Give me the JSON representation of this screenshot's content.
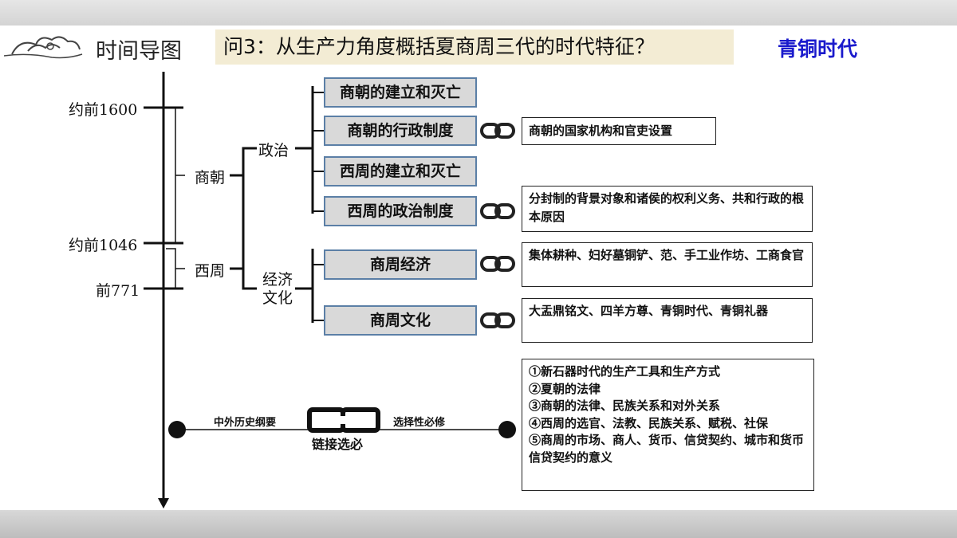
{
  "header": {
    "title": "时间导图",
    "question": "问3：从生产力角度概括夏商周三代的时代特征？",
    "answer": "青铜时代"
  },
  "timeline": {
    "dates": [
      "约前1600",
      "约前1046",
      "前771"
    ],
    "periods": [
      "商朝",
      "西周"
    ],
    "branches": [
      "政治",
      "经济\n文化"
    ]
  },
  "topics": [
    "商朝的建立和灭亡",
    "商朝的行政制度",
    "西周的建立和灭亡",
    "西周的政治制度",
    "商周经济",
    "商周文化"
  ],
  "details": [
    "商朝的国家机构和官吏设置",
    "分封制的背景对象和诸侯的权利义务、共和行政的根本原因",
    "集体耕种、妇好墓铜铲、范、手工业作坊、工商食官",
    "大盂鼎铭文、四羊方尊、青铜时代、青铜礼器"
  ],
  "link_section": {
    "left_label": "中外历史纲要",
    "right_label": "选择性必修",
    "link_title": "链接选必",
    "items": [
      "①新石器时代的生产工具和生产方式",
      "②夏朝的法律",
      "③商朝的法律、民族关系和对外关系",
      "④西周的选官、法教、民族关系、赋税、社保",
      "⑤商周的市场、商人、货币、信贷契约、城市和货币信贷契约的意义"
    ]
  },
  "colors": {
    "answer": "#1a1acc",
    "question_bg": "#f3ecd4",
    "box_border": "#5b7fa6",
    "box_bg": "#d9d9d9"
  }
}
